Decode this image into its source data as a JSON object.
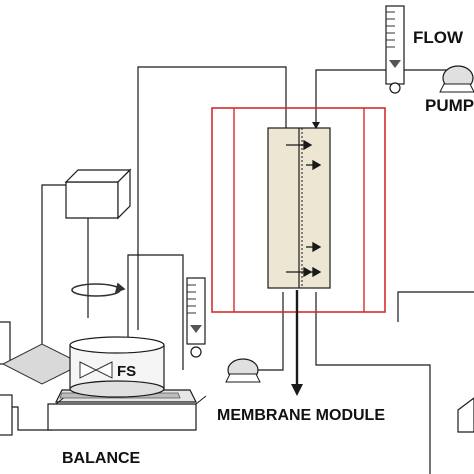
{
  "labels": {
    "flow": "FLOW",
    "pump": "PUMP",
    "fs": "FS",
    "membrane_module": "MEMBRANE MODULE",
    "balance": "BALANCE"
  },
  "colors": {
    "line": "#1a1a1a",
    "module_frame": "#d32f2f",
    "module_fill": "#ece6d2",
    "device_fill": "#f2f2f2"
  }
}
